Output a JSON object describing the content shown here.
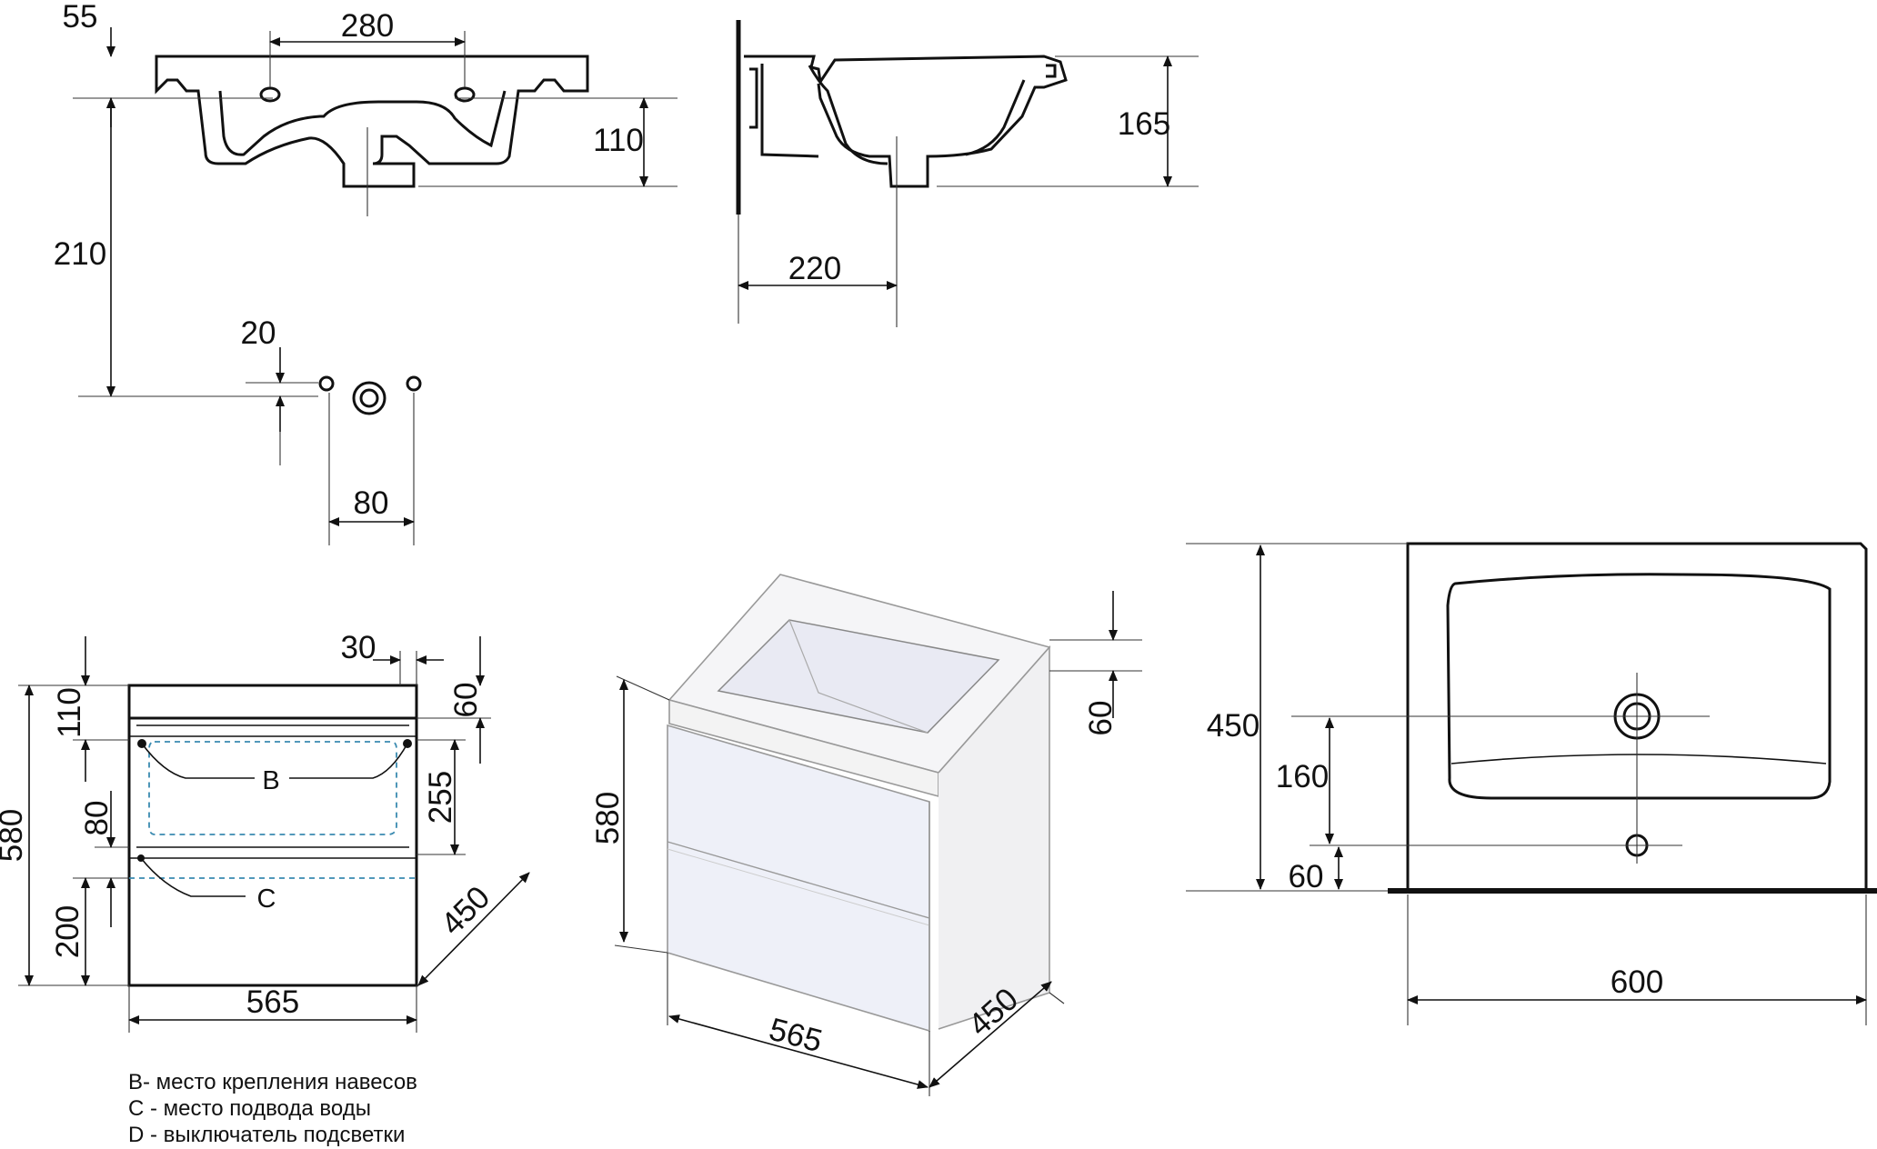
{
  "dimensions": {
    "top_view": {
      "d55": "55",
      "d280": "280",
      "d110": "110",
      "d210": "210",
      "d20": "20",
      "d80": "80"
    },
    "side_section": {
      "d165": "165",
      "d220": "220"
    },
    "front_view": {
      "d30": "30",
      "d110": "110",
      "d60": "60",
      "d255": "255",
      "d80": "80",
      "d580": "580",
      "d200": "200",
      "d565": "565",
      "d450": "450"
    },
    "iso_view": {
      "d60": "60",
      "d580": "580",
      "d565": "565",
      "d450": "450"
    },
    "plan_view": {
      "d450": "450",
      "d160": "160",
      "d60": "60",
      "d600": "600"
    }
  },
  "markers": {
    "b": "B",
    "c": "C"
  },
  "legend": [
    "B- место крепления навесов",
    "C - место подвода воды",
    "D - выключатель подсветки"
  ]
}
